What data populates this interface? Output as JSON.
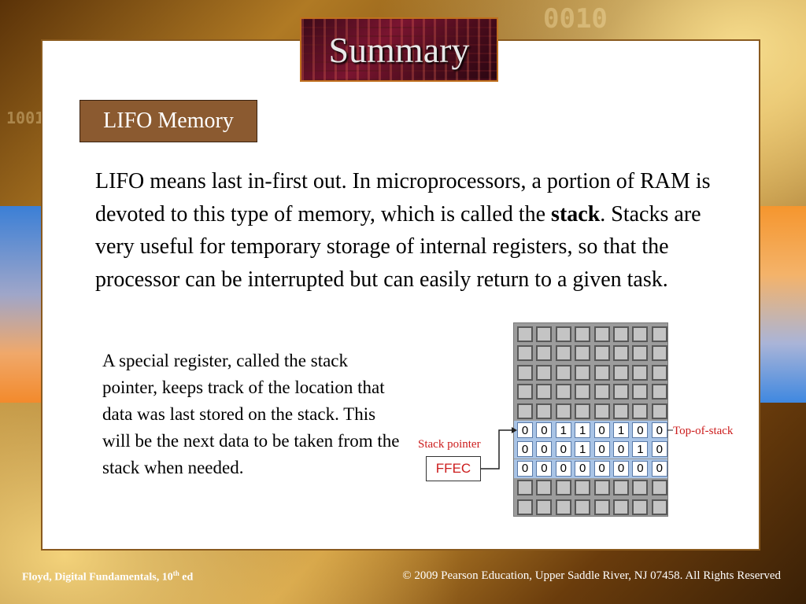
{
  "slide": {
    "title": "Summary",
    "section_label": "LIFO Memory",
    "main_para_before": "LIFO means last in-first out. In microprocessors, a portion of RAM is devoted to this type of memory, which is called the ",
    "main_para_bold": "stack",
    "main_para_after": ". Stacks are very useful for temporary storage of internal registers, so that the processor can be interrupted but can easily return to a given task.",
    "sub_para": "A special register, called the stack pointer, keeps track of the location that data was last stored on the stack. This will be the next data to be taken from the stack when needed."
  },
  "diagram": {
    "top_of_stack_label": "Top-of-stack",
    "stack_pointer_label": "Stack pointer",
    "stack_pointer_value": "FFEC",
    "rows_total": 10,
    "cols": 8,
    "data_rows": [
      {
        "row": 5,
        "bits": [
          "0",
          "0",
          "1",
          "1",
          "0",
          "1",
          "0",
          "0"
        ]
      },
      {
        "row": 6,
        "bits": [
          "0",
          "0",
          "0",
          "1",
          "0",
          "0",
          "1",
          "0"
        ]
      },
      {
        "row": 7,
        "bits": [
          "0",
          "0",
          "0",
          "0",
          "0",
          "0",
          "0",
          "0"
        ]
      }
    ]
  },
  "footer": {
    "left_main": "Floyd, Digital Fundamentals, 10",
    "left_sup": "th",
    "left_tail": " ed",
    "right": "© 2009 Pearson Education, Upper Saddle River, NJ 07458. All Rights Reserved"
  },
  "colors": {
    "accent_red": "#cc1c1c",
    "label_brown": "#8b5a30",
    "highlight_blue": "#a9c4e6"
  }
}
